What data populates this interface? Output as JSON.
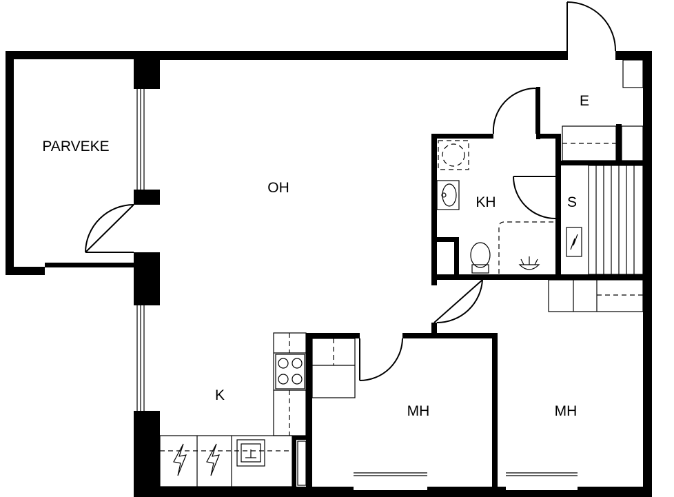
{
  "rooms": {
    "parveke": "PARVEKE",
    "oh": "OH",
    "e": "E",
    "kh": "KH",
    "s": "S",
    "k": "K",
    "mh1": "MH",
    "mh2": "MH"
  },
  "colors": {
    "wall": "#000000",
    "background": "#ffffff"
  }
}
